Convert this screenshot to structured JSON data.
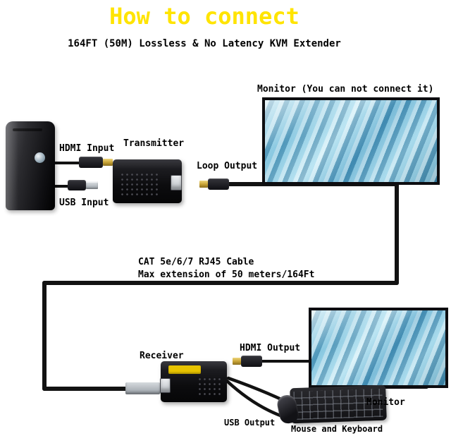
{
  "title": "How to connect",
  "subtitle": "164FT (50M) Lossless & No Latency KVM Extender",
  "diagram": {
    "monitor_top_label": "Monitor (You can not connect it)",
    "transmitter_label": "Transmitter",
    "hdmi_input_label": "HDMI Input",
    "usb_input_label": "USB Input",
    "loop_output_label": "Loop Output",
    "cat_cable_line1": "CAT 5e/6/7 RJ45 Cable",
    "cat_cable_line2": "Max extension of 50 meters/164Ft",
    "receiver_label": "Receiver",
    "hdmi_output_label": "HDMI Output",
    "usb_output_label": "USB Output",
    "mouse_keyboard_label": "Mouse and Keyboard",
    "monitor_bottom_label": "Monitor"
  },
  "colors": {
    "title": "#FFE400",
    "text": "#000000",
    "cable": "#121212",
    "hdmi_gold": "#C9A437",
    "sticker_yellow": "#E8C400",
    "screen_blue": "#4E9DC3"
  }
}
